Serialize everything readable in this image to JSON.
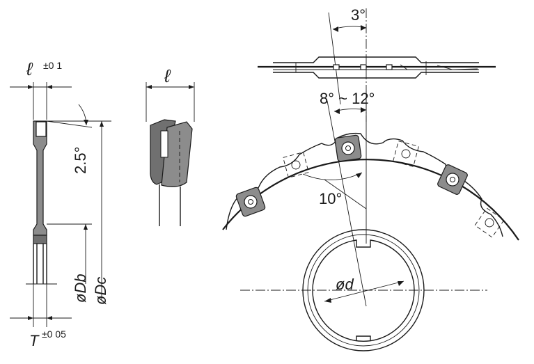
{
  "labels": {
    "blade_width": "ℓ",
    "blade_width_tol": "±0 1",
    "blade_angle": "2.5°",
    "blade_dia_b": "øDb",
    "blade_dia_c": "øDc",
    "thickness": "T",
    "thickness_tol": "±0 05",
    "tip_width": "ℓ",
    "side_tilt": "3°",
    "insert_angle_range": "8° ~ 12°",
    "pitch_angle": "10°",
    "bore": "ød"
  }
}
